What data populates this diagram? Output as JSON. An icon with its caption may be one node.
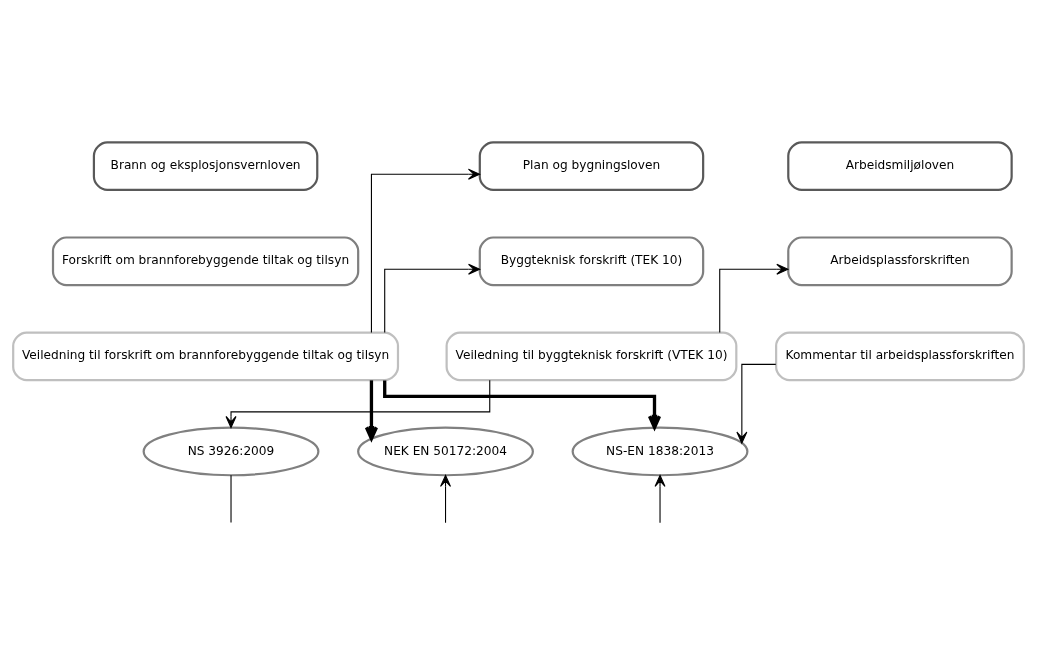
{
  "diagram": {
    "nodes": [
      {
        "text": [
          "Brann og eksplosjonsvernloven"
        ]
      },
      {
        "text": [
          "Forskrift om brannforebyggende tiltak og tilsyn"
        ]
      },
      {
        "text": [
          "Veiledning til forskrift om brannforebyggende tiltak og tilsyn"
        ]
      },
      {
        "text": [
          "Plan og bygningsloven"
        ]
      },
      {
        "text": [
          "Byggteknisk forskrift (TEK 10)"
        ]
      },
      {
        "text": [
          "Veiledning til byggteknisk forskrift (VTEK 10)"
        ]
      },
      {
        "text": [
          "Arbeidsmiljøloven"
        ]
      },
      {
        "text": [
          "Arbeidsplassforskriften"
        ]
      },
      {
        "text": [
          "Kommentar til arbeidsplassforskriften"
        ]
      },
      {
        "text": [
          "NS 3926:2009"
        ]
      },
      {
        "text": [
          "NEK EN 50172:2004"
        ]
      },
      {
        "text": [
          "NS-EN 1838:2013"
        ]
      }
    ],
    "edges": [
      {
        "from": 2,
        "to": 3,
        "arrow": "to"
      },
      {
        "from": 2,
        "to": 4,
        "arrow": "to"
      },
      {
        "from": 5,
        "to": 7,
        "arrow": "to"
      },
      {
        "from": 5,
        "to": 9,
        "arrow": "to"
      },
      {
        "from": 2,
        "to": 10,
        "arrow": "to",
        "style": "thick"
      },
      {
        "from": 2,
        "to": 11,
        "arrow": "to",
        "style": "thick"
      },
      {
        "from": 8,
        "to": 11,
        "arrow": "to"
      },
      {
        "from": 9,
        "to": null,
        "arrow": "none"
      },
      {
        "from": null,
        "to": 10,
        "arrow": "to"
      },
      {
        "from": null,
        "to": 11,
        "arrow": "to"
      }
    ]
  }
}
